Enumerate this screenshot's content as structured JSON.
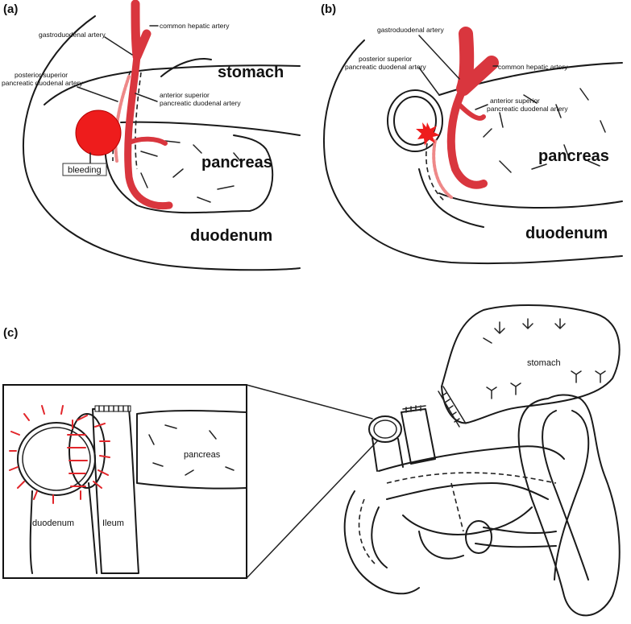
{
  "panel_a": {
    "tag": "(a)",
    "labels": {
      "gastroduodenal": "gastroduodenal artery",
      "common_hepatic": "common hepatic artery",
      "stomach": "stomach",
      "posterior_l1": "posterior superior",
      "posterior_l2": "pancreatic duodenal artery",
      "anterior_l1": "anterior superior",
      "anterior_l2": "pancreatic duodenal artery",
      "bleeding": "bleeding",
      "pancreas": "pancreas",
      "duodenum": "duodenum"
    }
  },
  "panel_b": {
    "tag": "(b)",
    "labels": {
      "gastroduodenal": "gastroduodenal artery",
      "posterior_l1": "posterior superior",
      "posterior_l2": "pancreatic duodenal artery",
      "common_hepatic": "common hepatic artery",
      "anterior_l1": "anterior superior",
      "anterior_l2": "pancreatic duodenal artery",
      "pancreas": "pancreas",
      "duodenum": "duodenum"
    }
  },
  "panel_c": {
    "tag": "(c)",
    "labels": {
      "stomach": "stomach",
      "pancreas": "pancreas",
      "duodenum": "duodenum",
      "ileum": "Ileum"
    }
  },
  "colors": {
    "artery": "#d9363e",
    "artery_dark": "#8e1a1f",
    "bleeding": "#ee1c1c",
    "suture": "#e2262b"
  }
}
